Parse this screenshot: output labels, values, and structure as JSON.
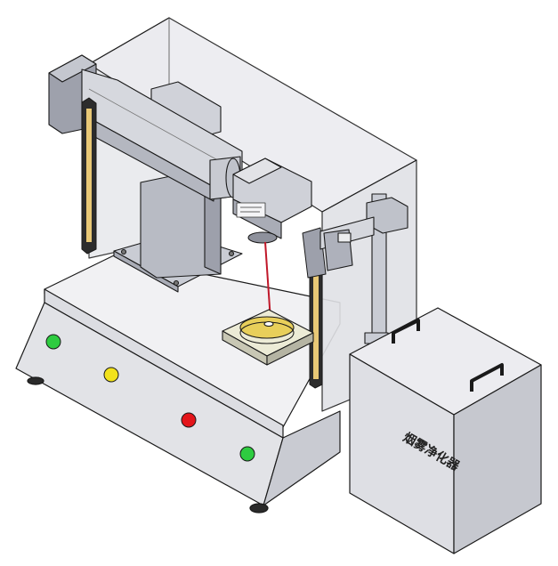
{
  "purifier_label": "烟雾净化器",
  "panel_lights": [
    {
      "name": "green-light-1",
      "color": "#2ecc40"
    },
    {
      "name": "yellow-light",
      "color": "#f2e21b"
    },
    {
      "name": "red-light",
      "color": "#e3151a"
    },
    {
      "name": "green-light-2",
      "color": "#2ecc40"
    }
  ],
  "colors": {
    "outline": "#1a1a1a",
    "body_grey": "#e6e6ea",
    "panel_grey": "#d4d6dc",
    "dark_grey": "#a9acb6",
    "enclosure_tint": "#e3e4e8",
    "laser_beam": "#c0182a"
  }
}
